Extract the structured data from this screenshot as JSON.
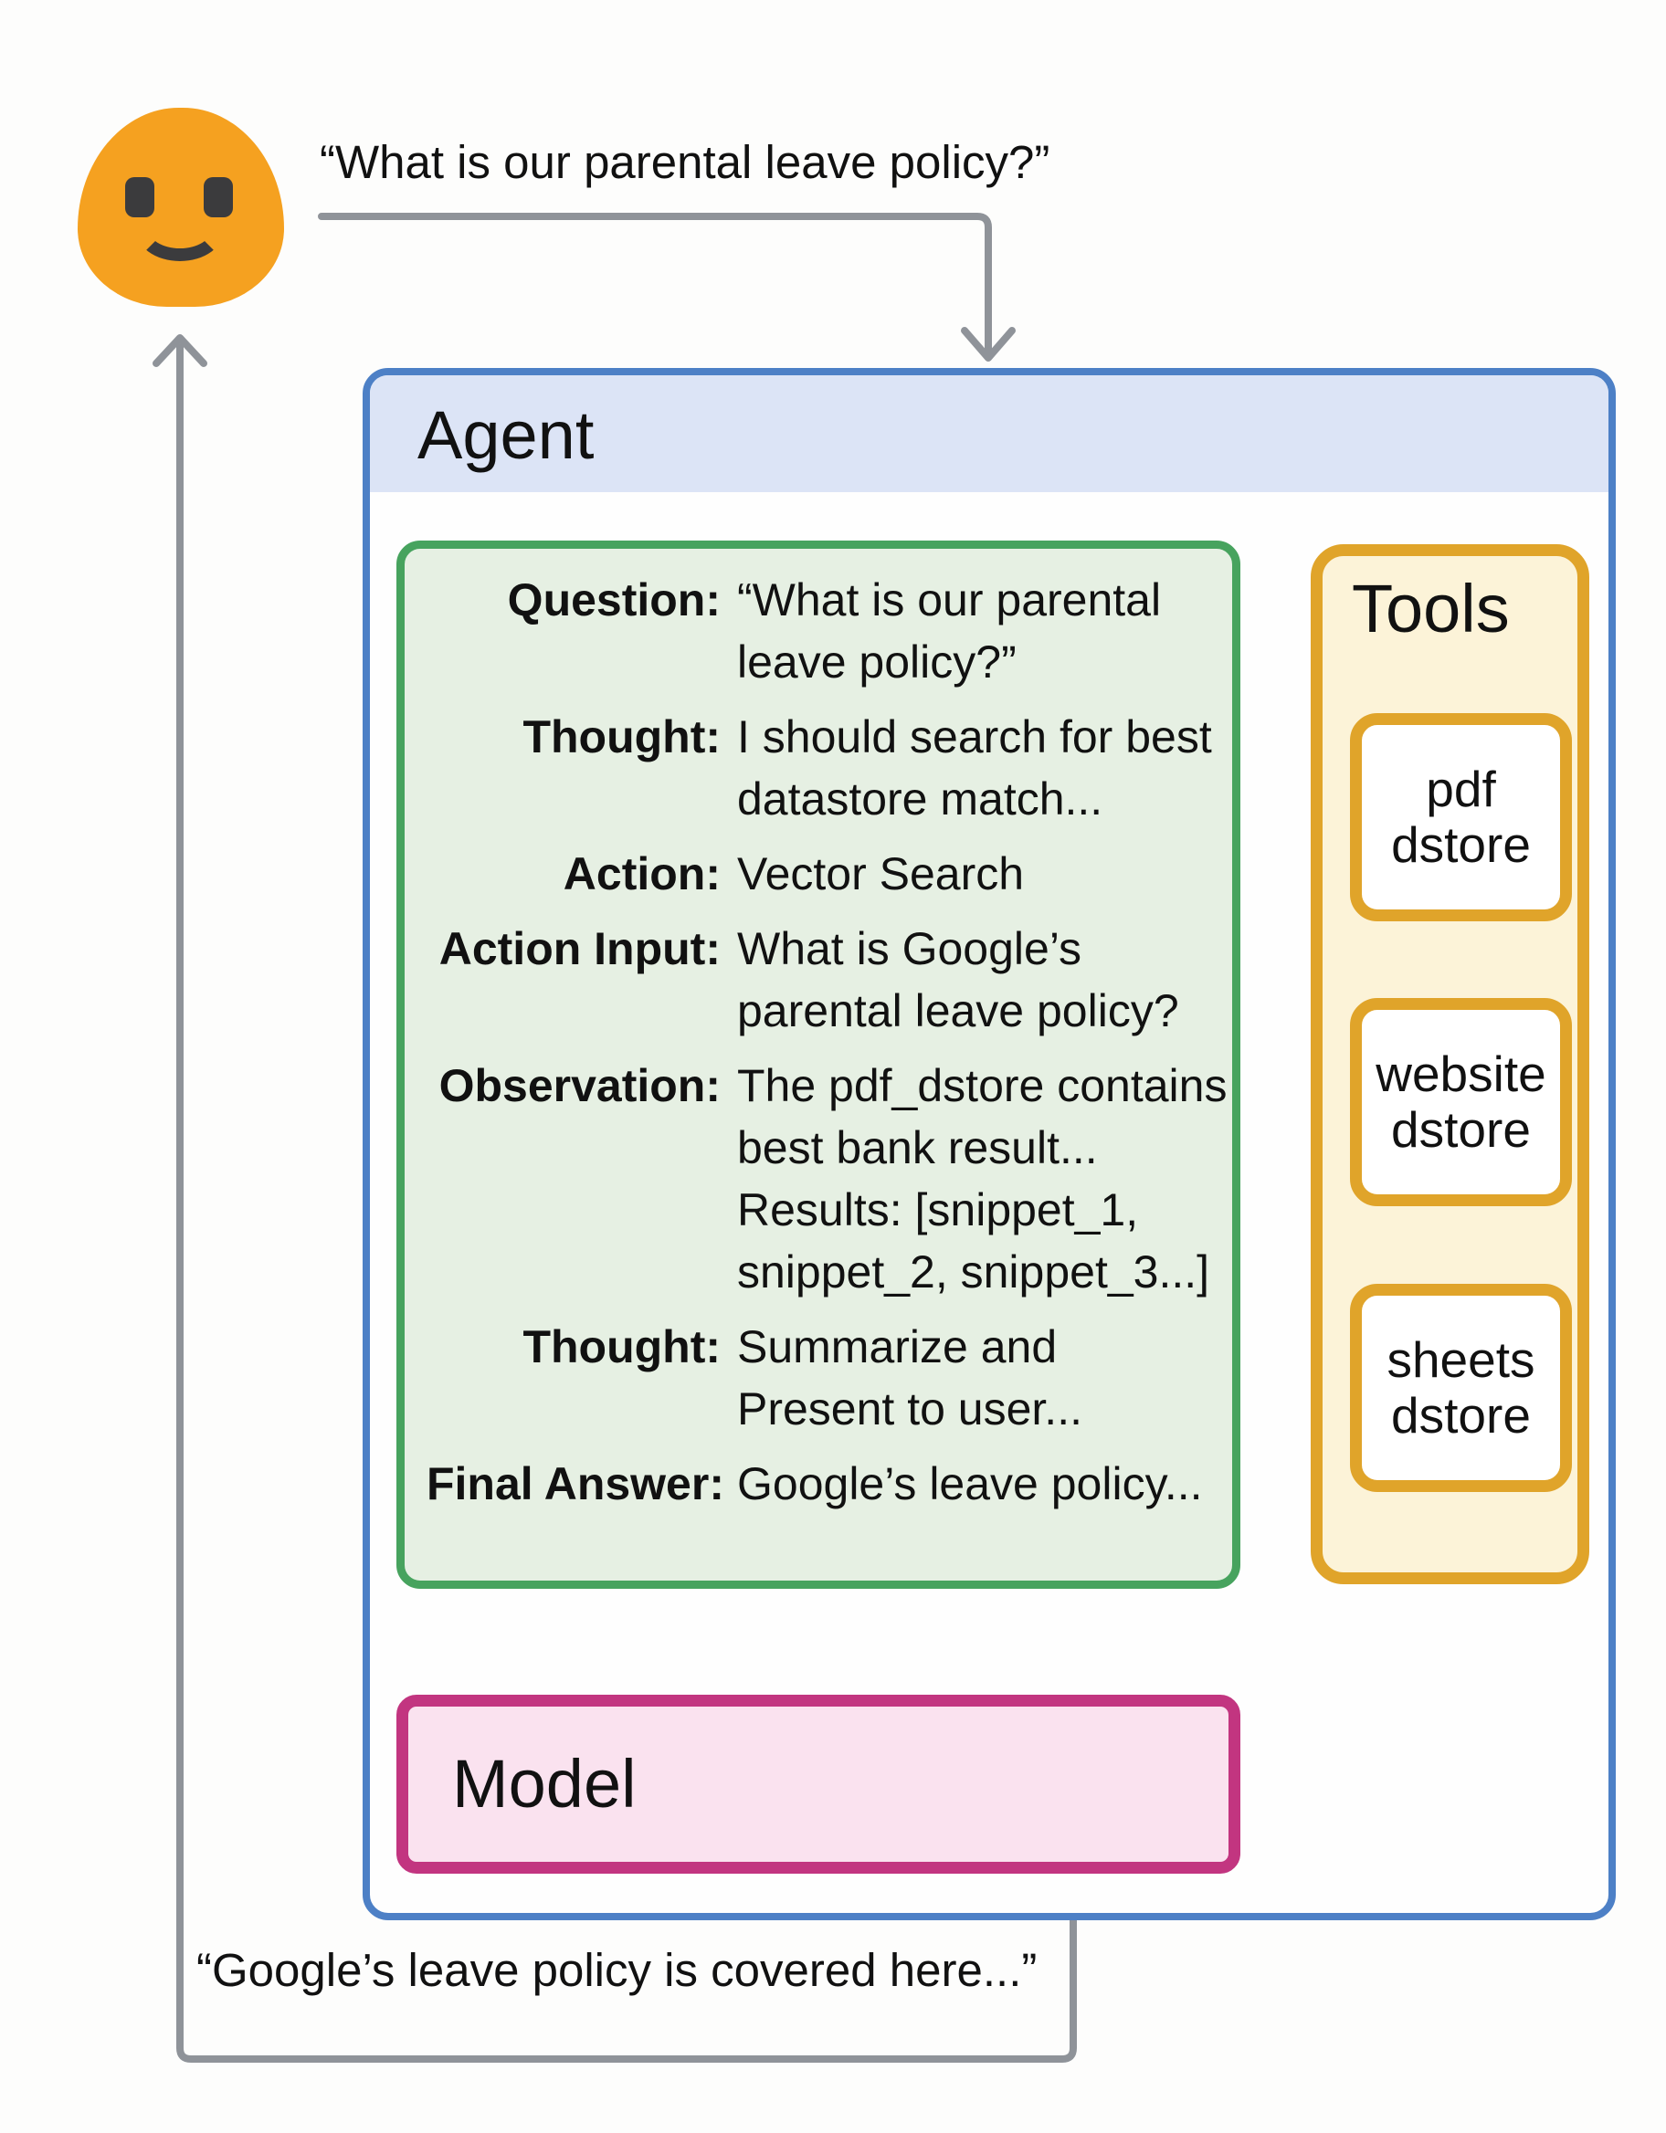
{
  "colors": {
    "page-bg": "#fdfdfc",
    "connector": "#8f9399",
    "agent-border": "#4d80c6",
    "agent-header-bg": "#dce4f6",
    "agent-bg": "#fefefe",
    "scratchpad-bg": "#e6f0e3",
    "scratchpad-border": "#47a35e",
    "tools-bg": "#fcf3d8",
    "tools-border": "#e0a42a",
    "tool-item-bg": "#ffffff",
    "model-bg": "#fae2ef",
    "model-border": "#c23580",
    "text": "#111111",
    "emoji-face": "#f5a120",
    "emoji-features": "#3b3b3d"
  },
  "user": {
    "query": "“What is our parental leave policy?”",
    "response": "“Google’s leave policy is covered here...”",
    "emoji": "smiling-blob-face"
  },
  "agent": {
    "title": "Agent",
    "scratchpad": [
      {
        "label": "Question:",
        "lines": [
          "“What is our parental",
          "leave policy?”"
        ]
      },
      {
        "label": "Thought:",
        "lines": [
          "I should search for best",
          "datastore match..."
        ]
      },
      {
        "label": "Action:",
        "lines": [
          "Vector Search"
        ]
      },
      {
        "label": "Action Input:",
        "lines": [
          "What is Google’s",
          "parental leave policy?"
        ]
      },
      {
        "label": "Observation:",
        "lines": [
          "The pdf_dstore contains",
          "best bank result...",
          "Results: [snippet_1,",
          "snippet_2, snippet_3...]"
        ]
      },
      {
        "label": "Thought:",
        "lines": [
          "Summarize and",
          "Present to user..."
        ]
      },
      {
        "label": "Final Answer:",
        "lines": [
          "Google’s leave policy..."
        ]
      }
    ]
  },
  "tools": {
    "title": "Tools",
    "items": [
      {
        "lines": [
          "pdf",
          "dstore"
        ]
      },
      {
        "lines": [
          "website",
          "dstore"
        ]
      },
      {
        "lines": [
          "sheets",
          "dstore"
        ]
      }
    ]
  },
  "model": {
    "title": "Model"
  }
}
